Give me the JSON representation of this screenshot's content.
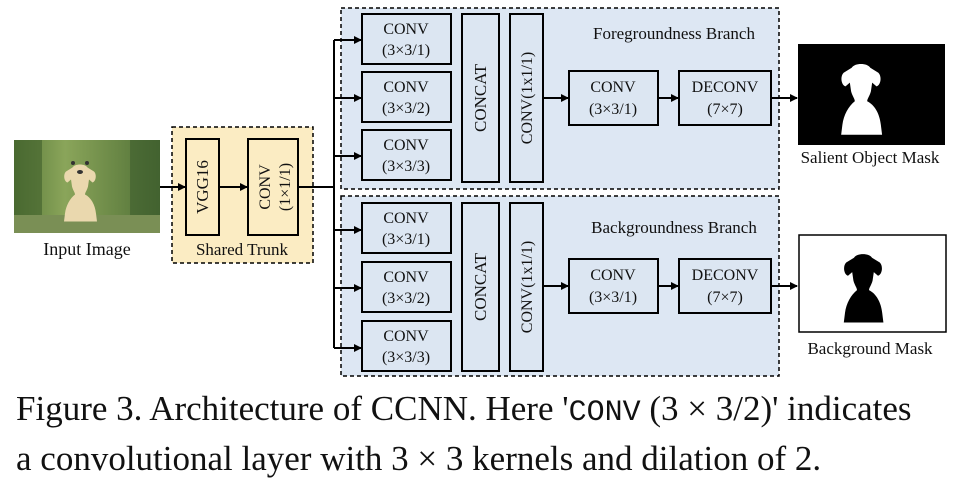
{
  "input": {
    "label": "Input Image"
  },
  "shared_trunk": {
    "label": "Shared Trunk",
    "vgg": "VGG16",
    "conv_line1": "CONV",
    "conv_line2": "(1×1/1)"
  },
  "foreground": {
    "title": "Foregroundness Branch",
    "convs": [
      {
        "line1": "CONV",
        "line2": "(3×3/1)"
      },
      {
        "line1": "CONV",
        "line2": "(3×3/2)"
      },
      {
        "line1": "CONV",
        "line2": "(3×3/3)"
      }
    ],
    "concat": "CONCAT",
    "conv1x1": "CONV(1x1/1)",
    "conv3": {
      "line1": "CONV",
      "line2": "(3×3/1)"
    },
    "deconv": {
      "line1": "DECONV",
      "line2": "(7×7)"
    },
    "output_label": "Salient Object Mask"
  },
  "background": {
    "title": "Backgroundness Branch",
    "convs": [
      {
        "line1": "CONV",
        "line2": "(3×3/1)"
      },
      {
        "line1": "CONV",
        "line2": "(3×3/2)"
      },
      {
        "line1": "CONV",
        "line2": "(3×3/3)"
      }
    ],
    "concat": "CONCAT",
    "conv1x1": "CONV(1x1/1)",
    "conv3": {
      "line1": "CONV",
      "line2": "(3×3/1)"
    },
    "deconv": {
      "line1": "DECONV",
      "line2": "(7×7)"
    },
    "output_label": "Background Mask"
  },
  "caption": {
    "part1": "Figure 3. Architecture of CCNN. Here '",
    "code": "CONV",
    "part2": " (3 × 3/2)' indicates",
    "line2": "a convolutional layer with 3 × 3 kernels and dilation of 2."
  },
  "colors": {
    "trunk_fill": "#fbecc3",
    "branch_fill": "#dde7f3",
    "block_fill": "#dce6f2"
  },
  "icons": {
    "input": "dog-photo",
    "fg_mask": "dog-silhouette-white",
    "bg_mask": "dog-silhouette-black"
  }
}
